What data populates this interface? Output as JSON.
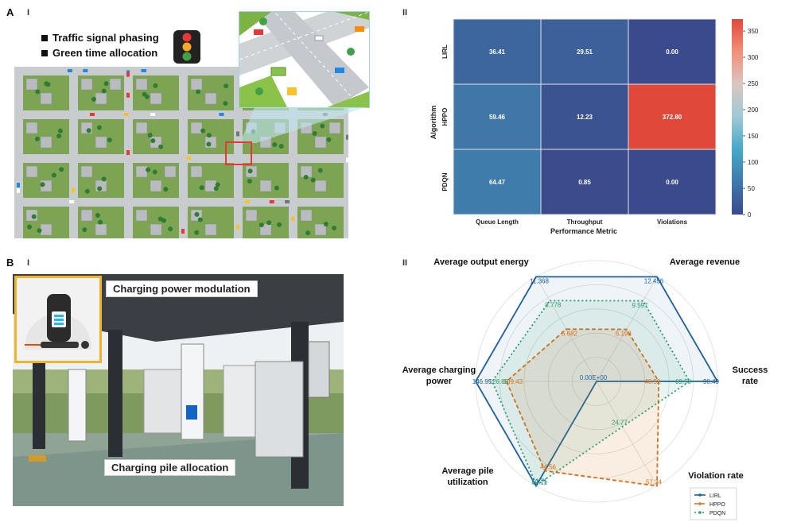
{
  "panels": {
    "a": "A",
    "a_i": "I",
    "a_ii": "II",
    "b": "B",
    "b_i": "I",
    "b_ii": "II"
  },
  "traffic": {
    "bullets": [
      "Traffic signal phasing",
      "Green time allocation"
    ],
    "light_colors": [
      "#e53935",
      "#f9a825",
      "#43a047"
    ]
  },
  "charging": {
    "label_top": "Charging power modulation",
    "label_bottom": "Charging pile allocation"
  },
  "chart_data": [
    {
      "type": "heatmap",
      "rows": [
        "LIRL",
        "HPPO",
        "PDQN"
      ],
      "columns": [
        "Queue Length",
        "Throughput",
        "Violations"
      ],
      "values": [
        [
          36.41,
          29.51,
          0.0
        ],
        [
          59.46,
          12.23,
          372.8
        ],
        [
          64.47,
          0.85,
          0.0
        ]
      ],
      "value_labels": [
        [
          "36.41",
          "29.51",
          "0.00"
        ],
        [
          "59.46",
          "12.23",
          "372.80"
        ],
        [
          "64.47",
          "0.85",
          "0.00"
        ]
      ],
      "xlabel": "Performance Metric",
      "ylabel": "Algorithm",
      "colorbar_ticks": [
        0,
        50,
        100,
        150,
        200,
        250,
        300,
        350
      ],
      "colorbar_range": [
        0,
        372.8
      ],
      "colormap": [
        "#3b4a8c",
        "#3f79aa",
        "#44a9c8",
        "#9ec9d6",
        "#d9c7c0",
        "#f0907a",
        "#e0493a"
      ]
    },
    {
      "type": "radar",
      "axes": [
        "Average output  energy",
        "Average revenue",
        "Success rate",
        "Violation rate",
        "Average pile utilization",
        "Average charging power"
      ],
      "series": [
        {
          "name": "LIRL",
          "color": "#1f5f9e",
          "values": [
            11.368,
            12.456,
            90.4,
            0.0,
            52.11,
            146.95
          ],
          "value_labels": [
            "11.368",
            "12.456",
            "90.40",
            "0.00E+00",
            "52.11",
            "146.95"
          ]
        },
        {
          "name": "HPPO",
          "color": "#d9701a",
          "values": [
            5.682,
            6.198,
            46.52,
            57.34,
            44.56,
            109.43
          ],
          "value_labels": [
            "5.682",
            "6.198",
            "46.52",
            "57.34",
            "44.56",
            "109.43"
          ]
        },
        {
          "name": "PDQN",
          "color": "#2a9d6e",
          "values": [
            8.778,
            9.597,
            69.58,
            24.77,
            51.75,
            126.88
          ],
          "value_labels": [
            "8.778",
            "9.597",
            "69.58",
            "24.77",
            "51.75",
            "126.88"
          ]
        }
      ],
      "legend_position": "bottom-right"
    }
  ]
}
